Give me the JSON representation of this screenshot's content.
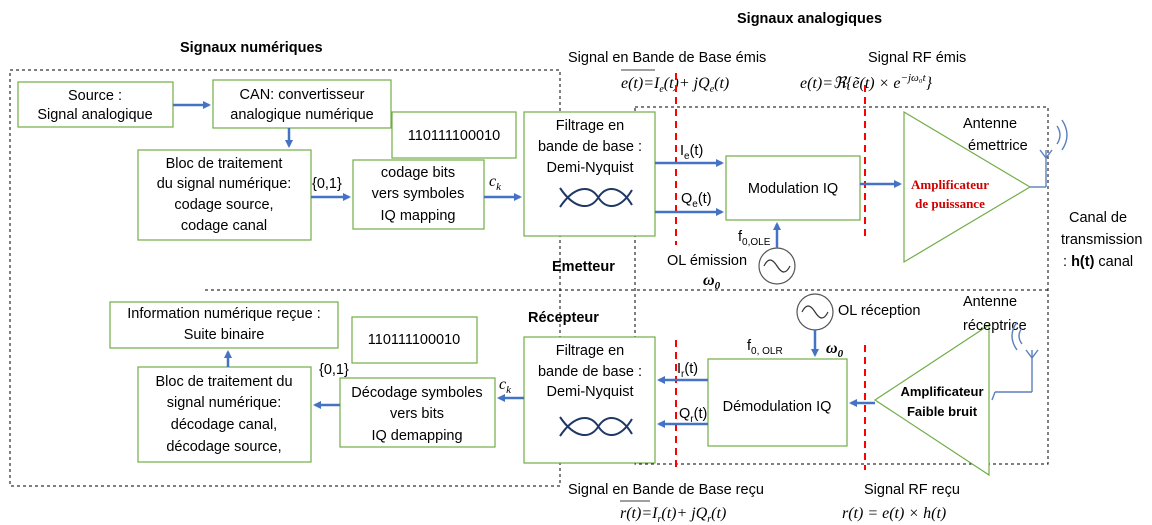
{
  "headers": {
    "digital": "Signaux numériques",
    "analog": "Signaux analogiques"
  },
  "tx": {
    "source": [
      "Source :",
      "Signal analogique"
    ],
    "can": [
      "CAN: convertisseur",
      "analogique numérique"
    ],
    "bits_tx": "110111100010",
    "proc_tx": [
      "Bloc de traitement",
      "du signal numérique:",
      "codage source,",
      "codage canal"
    ],
    "set_tx": "{0,1}",
    "mapping": [
      "codage bits",
      "vers symboles",
      "IQ mapping"
    ],
    "ck_tx": "c",
    "filter_tx": [
      "Filtrage en",
      "bande de base :",
      "Demi-Nyquist"
    ],
    "ie": "I",
    "ie_sub": "e",
    "ie_t": "(t)",
    "qe": "Q",
    "qe_sub": "e",
    "qe_t": "(t)",
    "modulation": "Modulation IQ",
    "f0_ole": "f",
    "f0_ole_sub": "0,OLE",
    "ol_emission": "OL émission",
    "omega0_tx": "ω",
    "emetteur": "Emetteur",
    "amp_tx": [
      "Amplificateur",
      "de puissance"
    ],
    "antenna_tx": [
      "Antenne",
      "émettrice"
    ],
    "bb_emis": "Signal en Bande de Base émis",
    "bb_emis_eq": "e(t)=Ie(t)+ jQe(t)",
    "rf_emis": "Signal  RF émis",
    "rf_emis_eq": "e(t)=ℜ{ẽ(t) × e^(−jω₀t)}"
  },
  "channel": [
    "Canal de",
    "transmission",
    ": h(t) canal"
  ],
  "rx": {
    "info": [
      "Information numérique reçue :",
      "Suite binaire"
    ],
    "bits_rx": "110111100010",
    "set_rx": "{0,1}",
    "proc_rx": [
      "Bloc de traitement du",
      "signal numérique:",
      "décodage canal,",
      "décodage source,"
    ],
    "demapping": [
      "Décodage symboles",
      "vers bits",
      "IQ demapping"
    ],
    "ck_rx": "c",
    "recepteur": "Récepteur",
    "filter_rx": [
      "Filtrage en",
      "bande de base :",
      "Demi-Nyquist"
    ],
    "ir": "I",
    "ir_sub": "r",
    "ir_t": "(t)",
    "qr": "Q",
    "qr_sub": "r",
    "qr_t": "(t)",
    "demodulation": "Démodulation IQ",
    "f0_olr": "f",
    "f0_olr_sub": "0, OLR",
    "omega0_rx": "ω",
    "ol_reception": "OL réception",
    "amp_rx": [
      "Amplificateur",
      "Faible bruit"
    ],
    "antenna_rx": [
      "Antenne",
      "réceptrice"
    ],
    "bb_recu": "Signal en Bande de Base reçu",
    "bb_recu_eq": "r(t)=Ir(t)+ jQr(t)",
    "rf_recu": "Signal  RF reçu",
    "rf_recu_eq": "r(t) = e(t) × h(t)"
  },
  "colors": {
    "arrow": "#4472c4",
    "box_border": "#70ad47",
    "dashed_marker": "#ff0000",
    "amp_label": "#d00000"
  }
}
